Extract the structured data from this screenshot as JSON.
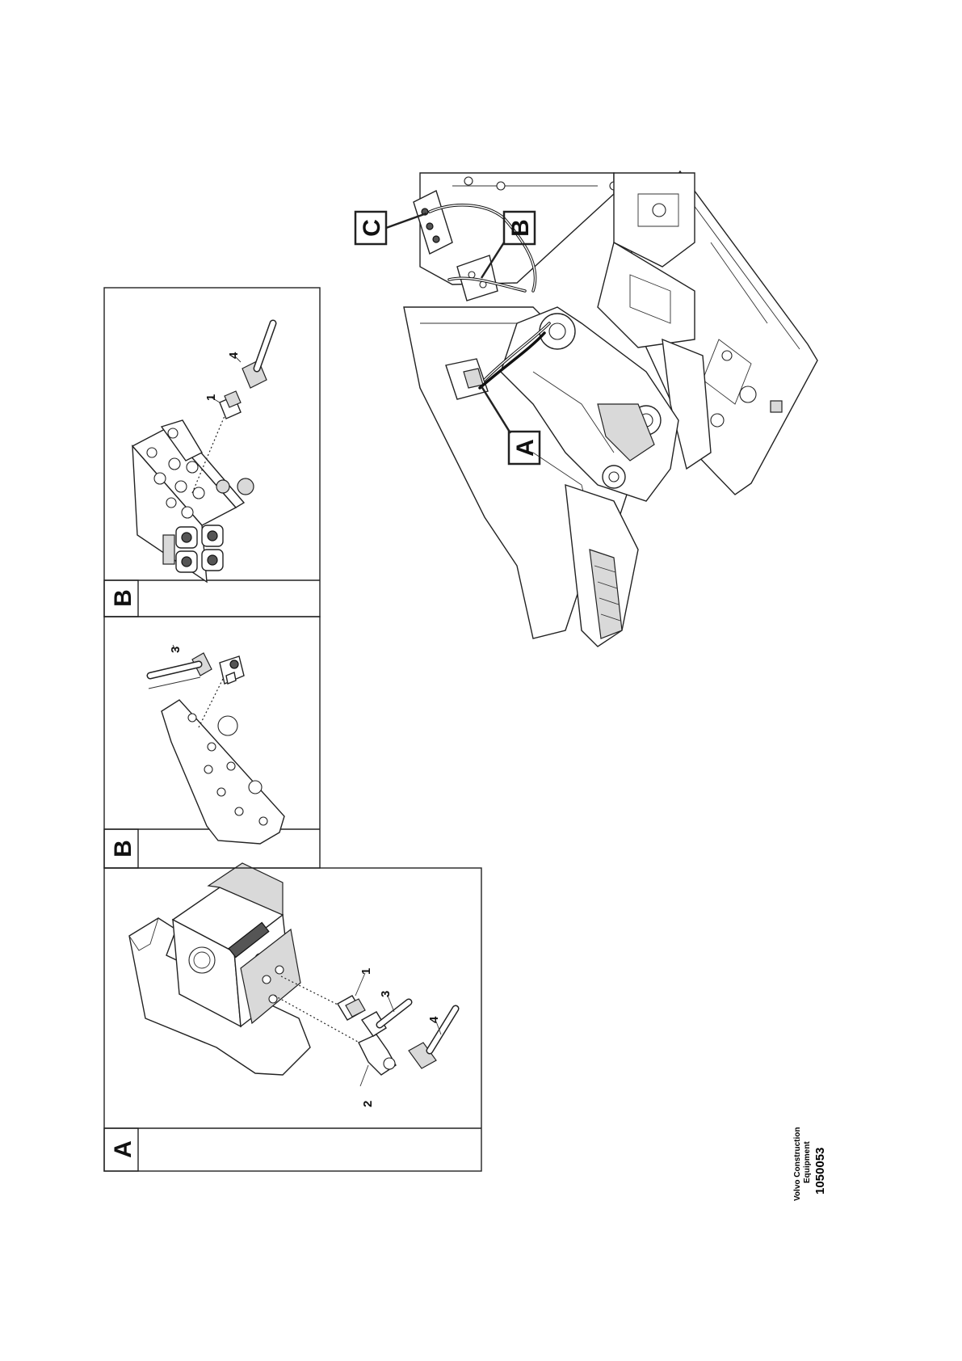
{
  "panels": {
    "detail_a": {
      "label": "A"
    },
    "detail_b1": {
      "label": "B"
    },
    "detail_b2": {
      "label": "B"
    }
  },
  "overview": {
    "label_a": "A",
    "label_b": "B",
    "label_c": "C"
  },
  "callouts": {
    "a_1": "1",
    "a_2": "2",
    "a_3": "3",
    "a_4": "4",
    "b1_3": "3",
    "b2_1": "1",
    "b2_4": "4"
  },
  "footer": {
    "company": "Volvo Construction",
    "company_line2": "Equipment",
    "figure_number": "1050053"
  }
}
